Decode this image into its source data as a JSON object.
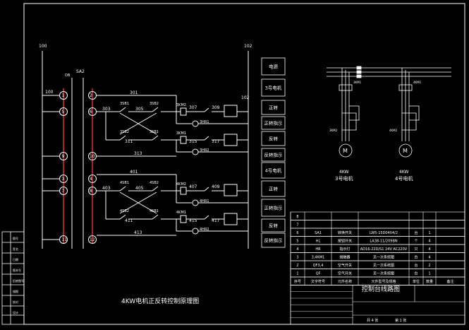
{
  "rails": {
    "left": "100",
    "right": "102"
  },
  "terminal_strip": {
    "label_top": "SA2",
    "label_mid": "DB"
  },
  "wires": {
    "w100": "100",
    "w301": "301",
    "w303": "303",
    "w305": "305",
    "w311": "311",
    "w307": "307",
    "w309": "309",
    "w313": "313",
    "w317": "317",
    "w315": "315",
    "w401": "401",
    "w403": "403",
    "w405": "405",
    "w411": "411",
    "w407": "407",
    "w409": "409",
    "w413": "413",
    "w417": "417",
    "w415": "415",
    "w102": "102"
  },
  "terminals_left": [
    "1",
    "5",
    "9",
    "3",
    "7",
    "11"
  ],
  "terminals_right": [
    "2",
    "6",
    "10",
    "4",
    "8",
    "12"
  ],
  "contacts": {
    "sb1": "3SB1",
    "sb2": "3SB2",
    "sb2b": "3SB2",
    "sb1b": "3SB1",
    "kmA": "3KM2",
    "kmB": "3KM1",
    "sb3": "4SB1",
    "sb4": "4SB2",
    "sb4b": "4SB2",
    "sb3b": "4SB1",
    "kmC": "4KM2",
    "kmD": "4KM1"
  },
  "lamps": {
    "l1": "3HR1",
    "l2": "3HR2",
    "l3": "4HR1",
    "l4": "4HR2"
  },
  "legend_boxes": [
    "电源",
    "3号电机",
    "正转",
    "正转指示",
    "反转",
    "反转指示",
    "4号电机",
    "正转",
    "正转指示",
    "反转",
    "反转指示"
  ],
  "diagram_title": "4KW电机正反转控制原理图",
  "motors": [
    {
      "label_power": "4KW",
      "label_name": "3号电机",
      "symbol": "M"
    },
    {
      "label_power": "4KW",
      "label_name": "4号电机",
      "symbol": "M"
    }
  ],
  "power_labels": {
    "a": "3KM1",
    "b": "3KM2",
    "c": "4KM1",
    "d": "4KM2"
  },
  "bom": {
    "rows": [
      {
        "no": "8",
        "sym": "",
        "name": "",
        "model": "",
        "unit": "",
        "qty": "",
        "note": ""
      },
      {
        "no": "7",
        "sym": "",
        "name": "",
        "model": "",
        "unit": "",
        "qty": "",
        "note": ""
      },
      {
        "no": "6",
        "sym": "SA1",
        "name": "转换开关",
        "model": "LW5-15D0404/2",
        "unit": "台",
        "qty": "1",
        "note": ""
      },
      {
        "no": "5",
        "sym": "HL",
        "name": "按钮开关",
        "model": "LA38-11/209BN",
        "unit": "个",
        "qty": "4",
        "note": ""
      },
      {
        "no": "4",
        "sym": "HR",
        "name": "指示灯",
        "model": "AD16-22D/S1 24V AC220V",
        "unit": "只",
        "qty": "4",
        "note": ""
      },
      {
        "no": "3",
        "sym": "3,4KM1",
        "name": "接触器",
        "model": "见一次系统图",
        "unit": "台",
        "qty": "4",
        "note": ""
      },
      {
        "no": "2",
        "sym": "QF3,4",
        "name": "空气开关",
        "model": "见一次系统图",
        "unit": "台",
        "qty": "2",
        "note": ""
      },
      {
        "no": "1",
        "sym": "QF",
        "name": "空气开关",
        "model": "见一次系统图",
        "unit": "台",
        "qty": "1",
        "note": ""
      }
    ],
    "header": {
      "no": "序号",
      "sym": "文字符号",
      "name": "元件名称",
      "model": "元件型号及规格",
      "unit": "单位",
      "qty": "数量",
      "note": "备注"
    }
  },
  "title_block": {
    "title": "控制台线路图",
    "sheet": "第 1 张",
    "total": "共 4 张"
  },
  "left_strip": [
    "图号",
    "签名",
    "日期",
    "版本号",
    "旧底图号",
    "描图",
    "校对",
    "设计"
  ]
}
